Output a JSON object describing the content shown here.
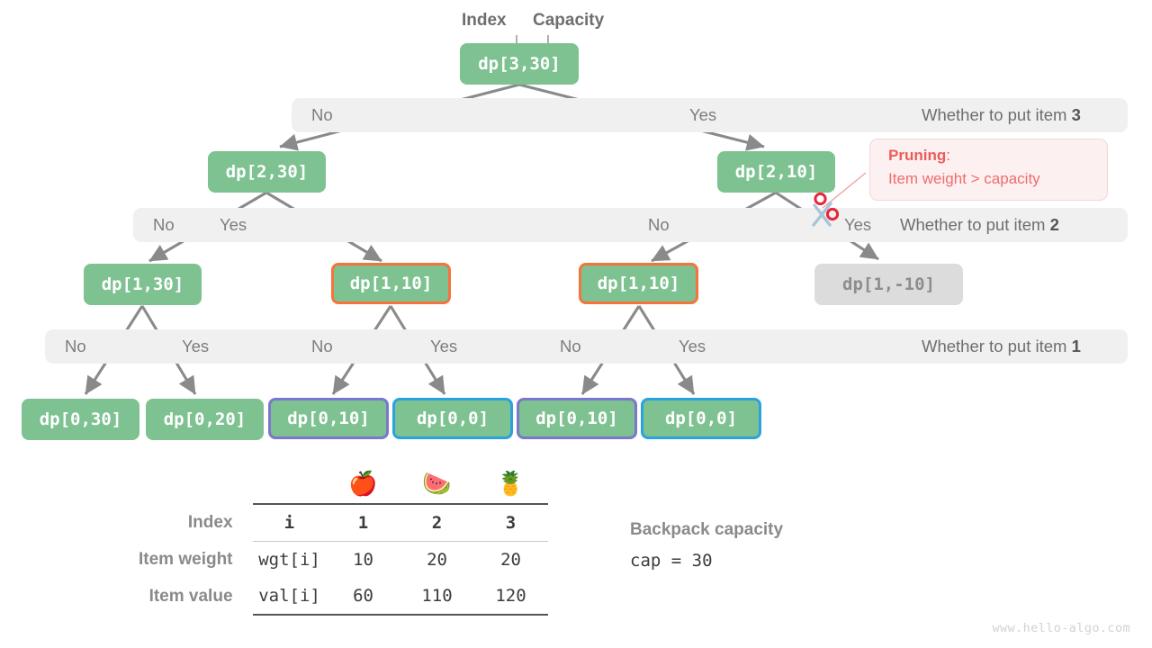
{
  "captions": {
    "index": "Index",
    "capacity": "Capacity"
  },
  "nodes": {
    "root": {
      "label": "dp[3,30]"
    },
    "l1": [
      {
        "label": "dp[2,30]"
      },
      {
        "label": "dp[2,10]"
      }
    ],
    "l2": [
      {
        "label": "dp[1,30]"
      },
      {
        "label": "dp[1,10]"
      },
      {
        "label": "dp[1,10]"
      },
      {
        "label": "dp[1,-10]"
      }
    ],
    "l3": [
      {
        "label": "dp[0,30]"
      },
      {
        "label": "dp[0,20]"
      },
      {
        "label": "dp[0,10]"
      },
      {
        "label": "dp[0,0]"
      },
      {
        "label": "dp[0,10]"
      },
      {
        "label": "dp[0,0]"
      }
    ]
  },
  "bars": [
    {
      "right_label": "Whether to put item ",
      "right_item": "3",
      "choices": [
        "No",
        "Yes"
      ]
    },
    {
      "right_label": "Whether to put item ",
      "right_item": "2",
      "choices": [
        "No",
        "Yes",
        "No",
        "Yes"
      ]
    },
    {
      "right_label": "Whether to put item ",
      "right_item": "1",
      "choices": [
        "No",
        "Yes",
        "No",
        "Yes",
        "No",
        "Yes"
      ]
    }
  ],
  "pruning": {
    "title": "Pruning",
    "colon": ":",
    "reason": "Item weight > capacity"
  },
  "table": {
    "emojis": [
      "🍎",
      "🍉",
      "🍍"
    ],
    "rows": [
      {
        "label": "Index",
        "key": "i",
        "values": [
          "1",
          "2",
          "3"
        ]
      },
      {
        "label": "Item weight",
        "key": "wgt[i]",
        "values": [
          "10",
          "20",
          "20"
        ]
      },
      {
        "label": "Item value",
        "key": "val[i]",
        "values": [
          "60",
          "110",
          "120"
        ]
      }
    ]
  },
  "capacity_block": {
    "title": "Backpack capacity",
    "expr": "cap = 30"
  },
  "watermark": "www.hello-algo.com",
  "colors": {
    "node_green": "#7ec291",
    "node_muted": "#dcdcdc",
    "ring_orange": "#f4743b",
    "ring_purple": "#7b77cc",
    "ring_cyan": "#2ba2e0",
    "bar_bg": "#f0f0f0",
    "prune_red": "#ee5a5a",
    "arrow_gray": "#808080"
  }
}
